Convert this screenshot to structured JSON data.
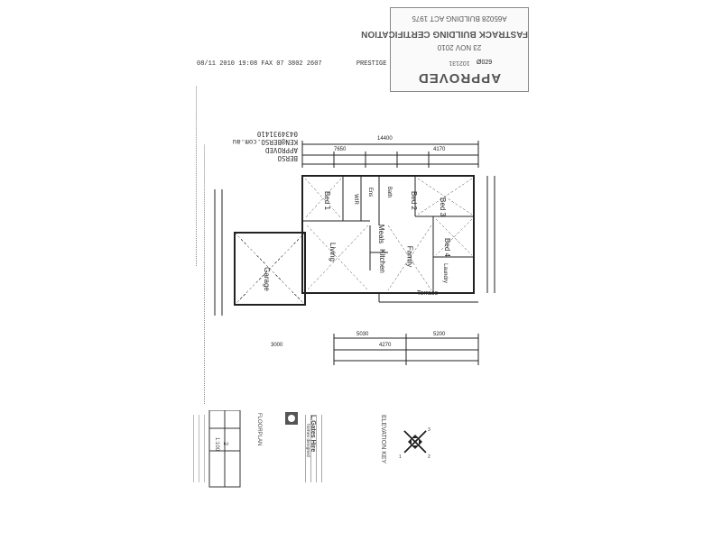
{
  "header": {
    "fax_line": "08/11 2010 19:08 FAX 07 3802 2607",
    "company": "PRESTIGE CONSTRUCTION"
  },
  "stamp": {
    "approved": "APPROVED",
    "plan_no": "102131",
    "date": "23 NOV 2010",
    "company": "FASTRACK BUILDING CERTIFICATION",
    "act": "A65028 BUILDING ACT 1975",
    "ref": "029"
  },
  "berso": {
    "line1": "BERSO",
    "line2": "APPROVED",
    "line3": "KEN@BERSO.com.au",
    "line4": "0434931410"
  },
  "rooms": {
    "bed1": "Bed 1",
    "wir": "WIR",
    "bed2": "Bed 2",
    "bed3": "Bed 3",
    "bed4": "Bed 4",
    "meals": "Meals",
    "family": "Family",
    "kitchen": "Kitchen",
    "living": "Living",
    "garage": "Garage",
    "laundry": "Laundry",
    "terrace": "Terrace",
    "bath": "Bath",
    "ens": "Ens"
  },
  "dimensions": {
    "overall": "14400",
    "top_a": "7650",
    "top_b": "4170",
    "mid_a": "5030",
    "mid_b": "5200",
    "bottom_a": "3000",
    "bottom_b": "4270"
  },
  "legend": {
    "elevation_key": "ELEVATION KEY",
    "floor_plan": "FLOORPLAN",
    "sheet": "2",
    "scale": "1:100"
  },
  "brand": {
    "name": "L.Gates Hire",
    "note": "homes designed"
  }
}
